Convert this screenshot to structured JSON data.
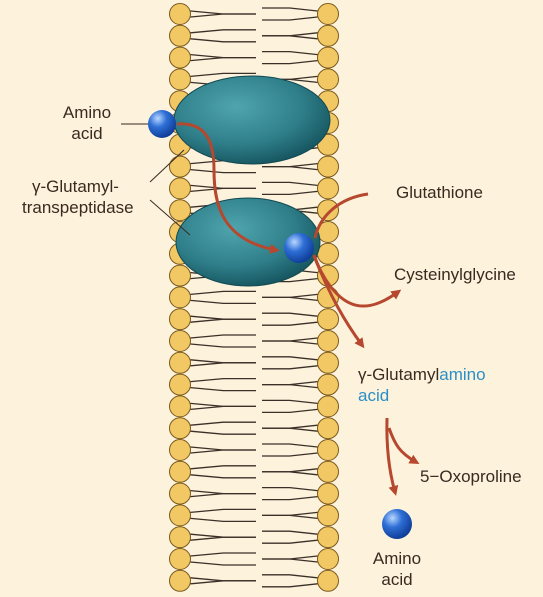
{
  "labels": {
    "amino_acid_top_line1": "Amino",
    "amino_acid_top_line2": "acid",
    "enzyme_line1": "γ-Glutamyl-",
    "enzyme_line2": "transpeptidase",
    "glutathione": "Glutathione",
    "cysteinylglycine": "Cysteinylglycine",
    "glutamyl_prefix": "γ-Glutamyl",
    "glutamyl_amino": "amino",
    "glutamyl_acid": "acid",
    "oxoproline": "5−Oxoproline",
    "amino_acid_bottom_line1": "Amino",
    "amino_acid_bottom_line2": "acid"
  },
  "colors": {
    "background": "#fdf2dc",
    "lipid_head": "#f2c865",
    "lipid_head_stroke": "#7a5a1c",
    "lipid_tail": "#3a3028",
    "protein": "#2f7f8a",
    "protein_dark": "#14525c",
    "arrow": "#b5482e",
    "amino_acid": "#2f6fd6",
    "blue_text": "#2a8fc8"
  },
  "icons": {
    "lipid_head": "circle",
    "amino_acid": "blue-sphere",
    "protein": "ellipse"
  }
}
